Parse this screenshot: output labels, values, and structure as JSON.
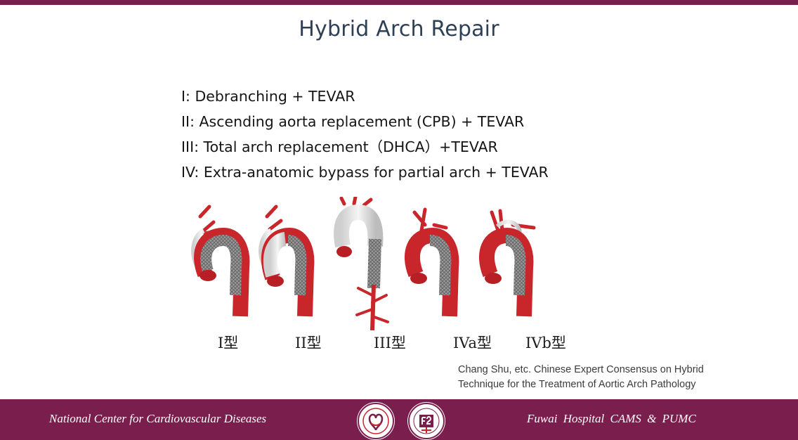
{
  "slide": {
    "title": "Hybrid Arch Repair",
    "bullets": [
      "I: Debranching + TEVAR",
      "II: Ascending aorta replacement (CPB) + TEVAR",
      "III: Total arch replacement（DHCA）+TEVAR",
      "IV: Extra-anatomic bypass for partial arch + TEVAR"
    ],
    "type_labels": [
      "I型",
      "II型",
      "III型",
      "IVa型",
      "IVb型"
    ],
    "citation": {
      "line1": "Chang Shu, etc. Chinese Expert Consensus on Hybrid",
      "line2": "Technique for the Treatment of Aortic Arch Pathology"
    }
  },
  "footer": {
    "left_text": "National Center for Cardiovascular Diseases",
    "right_text": "Fuwai Hospital   CAMS   &   PUMC"
  },
  "colors": {
    "brand": "#7a1f4d",
    "title": "#2f4056",
    "aorta_red": "#c8262b",
    "stent_gray": "#8a8a8a"
  }
}
